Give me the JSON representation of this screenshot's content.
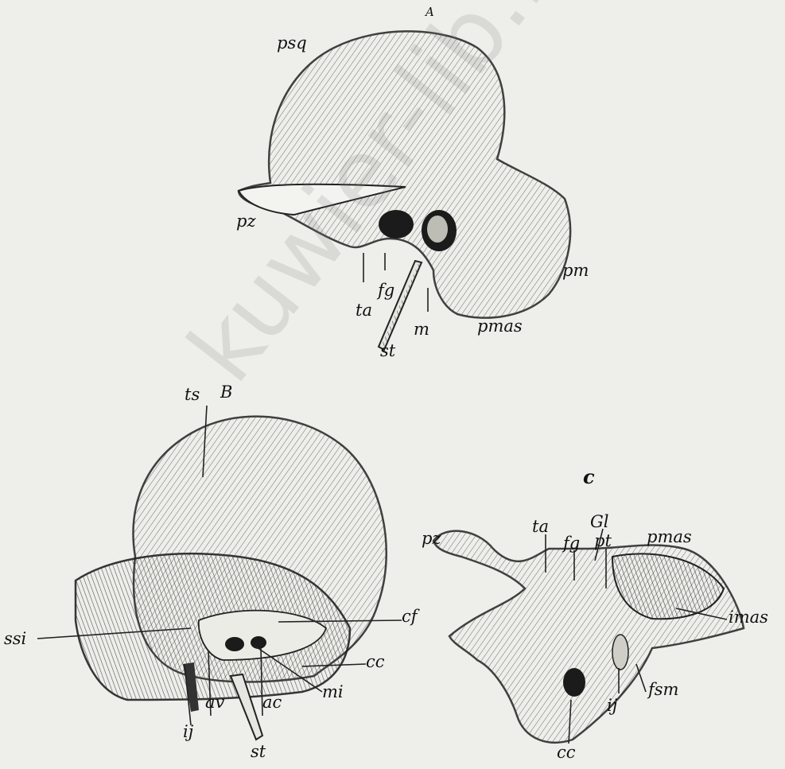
{
  "figure": {
    "panels": {
      "A": {
        "letter": "A",
        "labels": {
          "psq": "psq",
          "pz": "pz",
          "pm": "pm",
          "fg": "fg",
          "ta": "ta",
          "m": "m",
          "pmas": "pmas",
          "st": "st"
        }
      },
      "B": {
        "letter": "B",
        "labels": {
          "ts": "ts",
          "cf": "cf",
          "ssi": "ssi",
          "cc": "cc",
          "mi": "mi",
          "av": "av",
          "ac": "ac",
          "ij": "ij",
          "st": "st"
        }
      },
      "C": {
        "letter": "c",
        "labels": {
          "pz": "pz",
          "ta": "ta",
          "gl": "Gl",
          "fg": "fg",
          "pt": "pt",
          "pmas": "pmas",
          "imas": "imas",
          "fsm": "fsm",
          "ij": "ij",
          "cc": "cc"
        }
      }
    },
    "watermark": "kuwier-lib.ru"
  }
}
